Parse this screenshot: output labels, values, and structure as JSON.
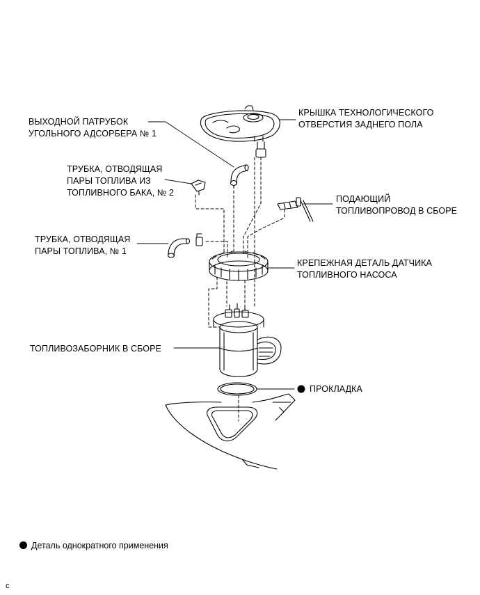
{
  "labels": {
    "outlet_line1": "ВЫХОДНОЙ ПАТРУБОК",
    "outlet_line2": "УГОЛЬНОГО АДСОРБЕРА № 1",
    "cover_line1": "КРЫШКА ТЕХНОЛОГИЧЕСКОГО",
    "cover_line2": "ОТВЕРСТИЯ ЗАДНЕГО ПОЛА",
    "vapor2_line1": "ТРУБКА, ОТВОДЯЩАЯ",
    "vapor2_line2": "ПАРЫ ТОПЛИВА ИЗ",
    "vapor2_line3": "ТОПЛИВНОГО БАКА, № 2",
    "feed_line1": "ПОДАЮЩИЙ",
    "feed_line2": "ТОПЛИВОПРОВОД В СБОРЕ",
    "vapor1_line1": "ТРУБКА, ОТВОДЯЩАЯ",
    "vapor1_line2": "ПАРЫ ТОПЛИВА, № 1",
    "retainer_line1": "КРЕПЕЖНАЯ ДЕТАЛЬ ДАТЧИКА",
    "retainer_line2": "ТОПЛИВНОГО НАСОСА",
    "suction": "ТОПЛИВОЗАБОРНИК В СБОРЕ",
    "gasket": "ПРОКЛАДКА"
  },
  "legend": {
    "text": "Деталь однократного применения",
    "icon": "filled-circle-icon"
  },
  "corner_mark": "c"
}
